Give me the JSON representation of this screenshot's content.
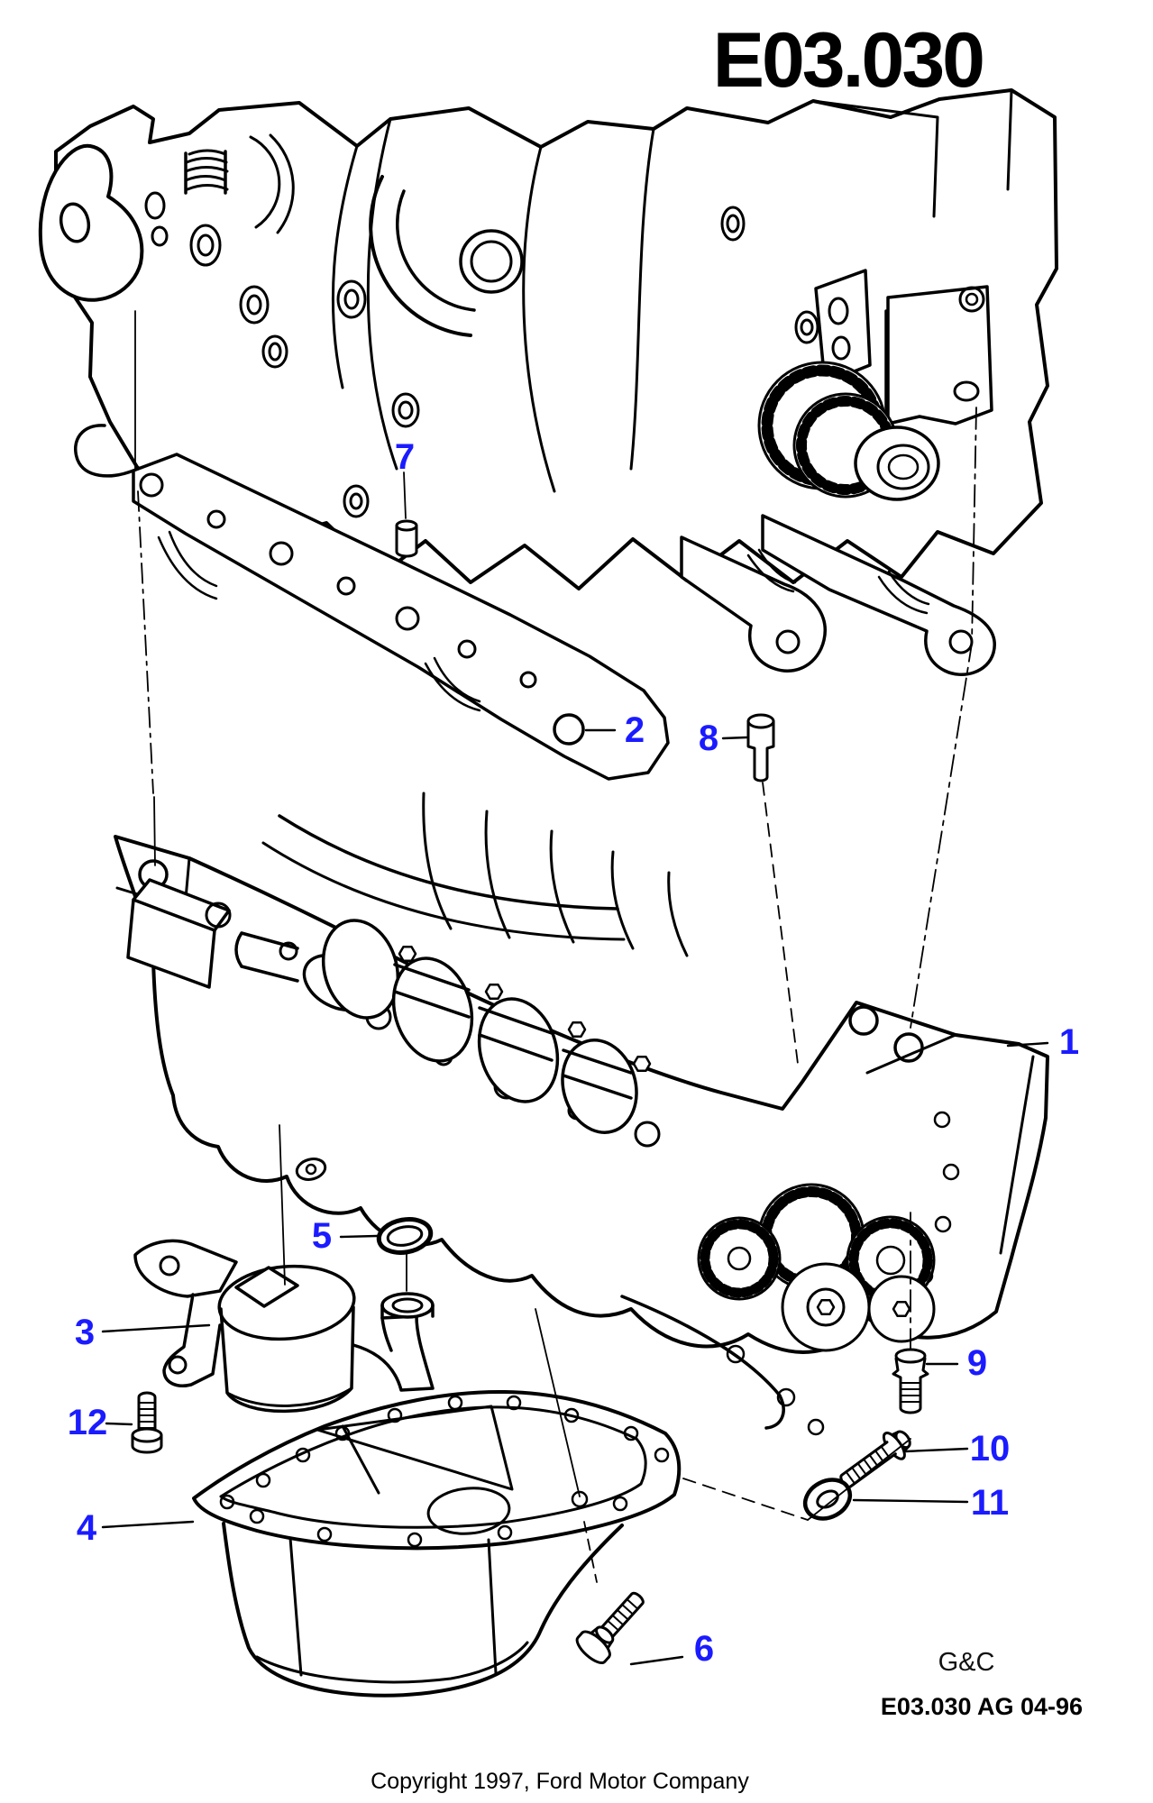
{
  "page": {
    "title": "E03.030"
  },
  "footer": {
    "brand": "G&C",
    "reference": "E03.030 AG 04-96",
    "copyright": "Copyright 1997, Ford Motor Company"
  },
  "callouts": [
    {
      "id": 1,
      "label": "1"
    },
    {
      "id": 2,
      "label": "2"
    },
    {
      "id": 3,
      "label": "3"
    },
    {
      "id": 4,
      "label": "4"
    },
    {
      "id": 5,
      "label": "5"
    },
    {
      "id": 6,
      "label": "6"
    },
    {
      "id": 7,
      "label": "7"
    },
    {
      "id": 8,
      "label": "8"
    },
    {
      "id": 9,
      "label": "9"
    },
    {
      "id": 10,
      "label": "10"
    },
    {
      "id": 11,
      "label": "11"
    },
    {
      "id": 12,
      "label": "12"
    }
  ],
  "colors": {
    "callout": "#1b1bff",
    "line": "#000000",
    "background": "#ffffff"
  }
}
